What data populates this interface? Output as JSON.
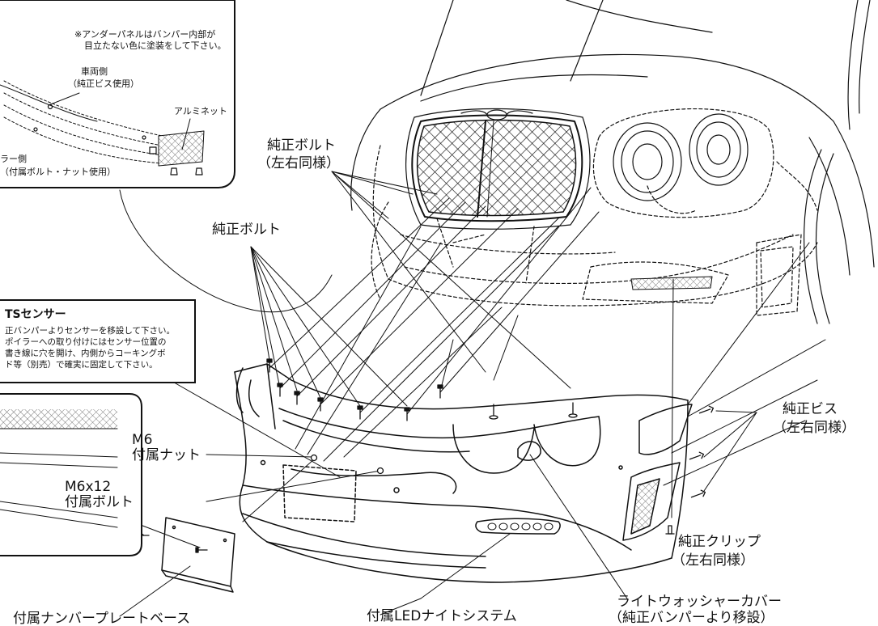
{
  "top_inset": {
    "note_line1": "※アンダーパネルはバンパー内部が",
    "note_line2": "目立たない色に塗装をして下さい。",
    "vehicle_side": "車両側",
    "vehicle_side_sub": "（純正ビス使用）",
    "aluminum_net": "アルミネット",
    "spoiler_side": "ラー側",
    "spoiler_side_sub": "（付属ボルト・ナット使用）"
  },
  "sensor_note": {
    "title": "TSセンサー",
    "line1": "正バンパーよりセンサーを移設して下さい。",
    "line2": "ポイラーへの取り付けにはセンサー位置の",
    "line3": "書き線に穴を開け、内側からコーキングボ",
    "line4": "ド等（別売）で確実に固定して下さい。"
  },
  "labels": {
    "oem_bolt_lr": "純正ボルト",
    "oem_bolt_lr_sub": "（左右同様）",
    "oem_bolt": "純正ボルト",
    "m6": "M6",
    "supplied_nut": "付属ナット",
    "m6x12": "M6x12",
    "supplied_bolt": "付属ボルト",
    "oem_screw": "純正ビス",
    "oem_screw_sub": "（左右同様）",
    "oem_clip": "純正クリップ",
    "oem_clip_sub": "（左右同様）",
    "license_plate_base": "付属ナンバープレートベース",
    "led_system": "付属LEDナイトシステム",
    "washer_cover": "ライトウォッシャーカバー",
    "washer_cover_sub": "（純正バンパーより移設）"
  }
}
